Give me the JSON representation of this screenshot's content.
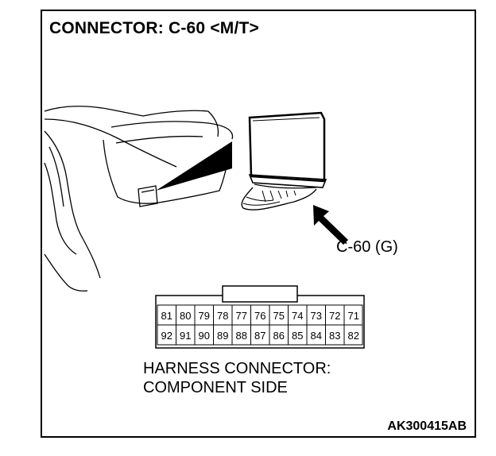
{
  "title": "CONNECTOR: C-60 <M/T>",
  "connector_label": "C-60 (G)",
  "caption": {
    "line1": "HARNESS CONNECTOR:",
    "line2": "COMPONENT SIDE"
  },
  "figure_code": "AK300415AB",
  "pins": {
    "top_row": [
      "81",
      "80",
      "79",
      "78",
      "77",
      "76",
      "75",
      "74",
      "73",
      "72",
      "71"
    ],
    "bottom_row": [
      "92",
      "91",
      "90",
      "89",
      "88",
      "87",
      "86",
      "85",
      "84",
      "83",
      "82"
    ]
  }
}
